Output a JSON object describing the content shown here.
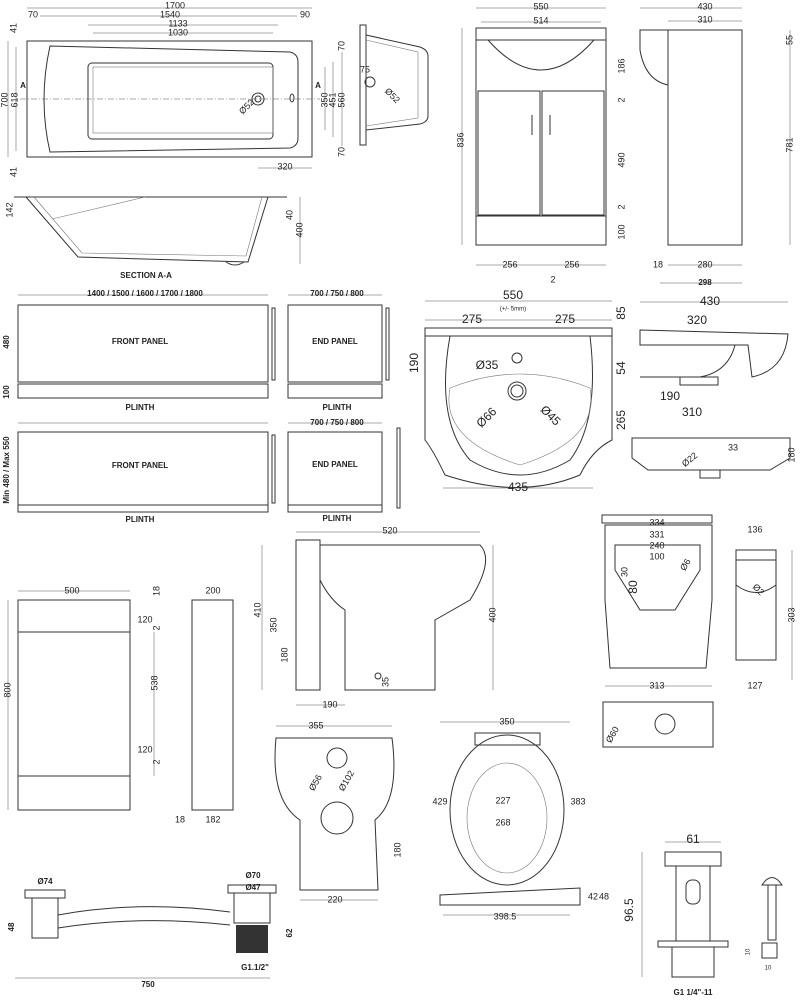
{
  "bath": {
    "len": "1700",
    "l70": "70",
    "l1540": "1540",
    "l90": "90",
    "l1133": "1133",
    "l1030": "1030",
    "w41a": "41",
    "w700": "700",
    "w618": "618",
    "w41b": "41",
    "secA1": "A",
    "secA2": "A",
    "waste": "Ø52",
    "h350": "350",
    "h451": "451",
    "h560": "560",
    "r70a": "70",
    "r70b": "70",
    "off320": "320",
    "end75": "75",
    "endwaste": "Ø52",
    "d142": "142",
    "d40": "40",
    "d400": "400",
    "section": "SECTION A-A"
  },
  "vanity": {
    "w550": "550",
    "w514": "514",
    "h186": "186",
    "g2a": "2",
    "h490": "490",
    "g2b": "2",
    "h100": "100",
    "h836": "836",
    "w256a": "256",
    "w256b": "256",
    "g2c": "2",
    "s430": "430",
    "s310": "310",
    "s55": "55",
    "s781": "781",
    "s18": "18",
    "s280": "280",
    "s298": "298"
  },
  "panels": {
    "front_sizes": "1400 / 1500 / 1600 / 1700 / 1800",
    "front1": "FRONT PANEL",
    "h480": "480",
    "h100": "100",
    "plinth1": "PLINTH",
    "end_sizes1": "700 / 750 / 800",
    "end1": "END PANEL",
    "plinth2": "PLINTH",
    "front2": "FRONT PANEL",
    "hminmax": "Min 480 / Max 550",
    "plinth3": "PLINTH",
    "end_sizes2": "700 / 750 / 800",
    "end2": "END PANEL",
    "plinth4": "PLINTH"
  },
  "basin": {
    "w550": "550",
    "tol": "(+/- 5mm)",
    "w275a": "275",
    "w275b": "275",
    "h85": "85",
    "h190": "190",
    "h54": "54",
    "h265": "265",
    "tap": "Ø35",
    "waste66": "Ø66",
    "waste45": "Ø45",
    "w435": "435",
    "s430": "430",
    "s320": "320",
    "s190": "190",
    "s310": "310",
    "s33": "33",
    "s22": "Ø22",
    "s180": "180"
  },
  "cistern_unit": {
    "w500": "500",
    "t18": "18",
    "h120a": "120",
    "g2a": "2",
    "h538": "538",
    "h120b": "120",
    "g2b": "2",
    "h800": "800",
    "d200": "200",
    "d18": "18",
    "d182": "182"
  },
  "wc_side": {
    "w520": "520",
    "h410": "410",
    "h350": "350",
    "h180": "180",
    "h35": "35",
    "h400": "400",
    "w190": "190"
  },
  "cistern": {
    "w334": "334",
    "w331": "331",
    "w240": "240",
    "w100": "100",
    "h30": "30",
    "h80": "80",
    "d6": "Ø6",
    "d136": "136",
    "d2": "Ø2",
    "h303": "303",
    "w313": "313",
    "d127": "127",
    "d60": "Ø60"
  },
  "wc_front": {
    "w355": "355",
    "d56": "Ø56",
    "d102": "Ø102",
    "h180": "180",
    "w220": "220"
  },
  "seat": {
    "w350": "350",
    "h429": "429",
    "w227": "227",
    "w268": "268",
    "h383": "383",
    "h42": "42",
    "h48": "48",
    "w398": "398.5"
  },
  "waste": {
    "d74": "Ø74",
    "d70": "Ø70",
    "d47": "Ø47",
    "h48": "48",
    "h62": "62",
    "w750": "750",
    "thread": "G1.1/2\""
  },
  "tap": {
    "w61": "61",
    "h96": "96.5",
    "s10a": "10",
    "s10b": "10",
    "thread": "G1 1/4\"-11"
  }
}
